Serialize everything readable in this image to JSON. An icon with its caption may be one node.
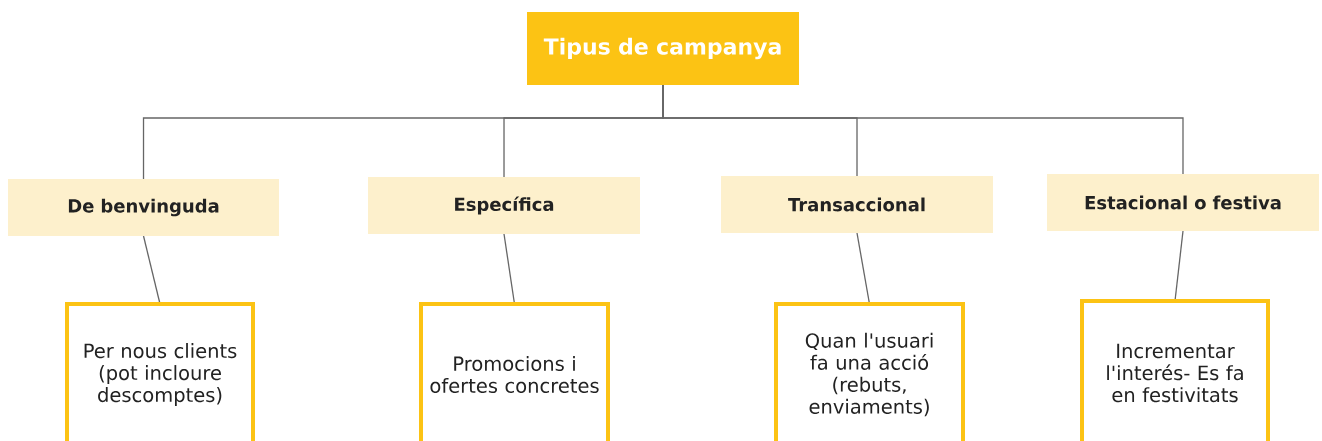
{
  "diagram": {
    "nodes": [
      {
        "text": [
          "Tipus de campanya"
        ]
      },
      {
        "text": [
          "De benvinguda"
        ]
      },
      {
        "text": [
          "Específica"
        ]
      },
      {
        "text": [
          "Transaccional"
        ]
      },
      {
        "text": [
          "Estacional o festiva"
        ]
      },
      {
        "text": [
          "Per nous clients (pot incloure descomptes)"
        ]
      },
      {
        "text": [
          "Promocions i ofertes concretes"
        ]
      },
      {
        "text": [
          "Quan l'usuari fa una acció (rebuts, enviaments)"
        ]
      },
      {
        "text": [
          "Incrementar l'interés- Es fa en festivitats"
        ]
      }
    ],
    "edges": [
      {
        "from": 0,
        "to": 1,
        "arrow": "none"
      },
      {
        "from": 0,
        "to": 2,
        "arrow": "none"
      },
      {
        "from": 0,
        "to": 3,
        "arrow": "none"
      },
      {
        "from": 0,
        "to": 4,
        "arrow": "none"
      },
      {
        "from": 1,
        "to": 5,
        "arrow": "none"
      },
      {
        "from": 2,
        "to": 6,
        "arrow": "none"
      },
      {
        "from": 3,
        "to": 7,
        "arrow": "none"
      },
      {
        "from": 4,
        "to": 8,
        "arrow": "none"
      }
    ]
  }
}
